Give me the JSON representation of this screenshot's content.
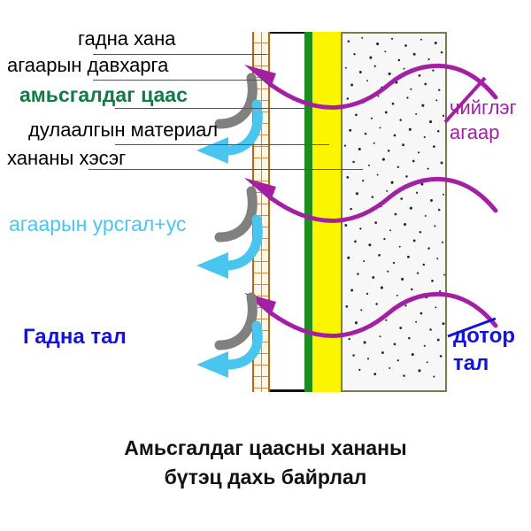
{
  "caption": {
    "line1": "Амьсгалдаг цаасны хананы",
    "line2": "бүтэц дахь байрлал"
  },
  "labels": {
    "outer_wall": "гадна хана",
    "air_layer": "агаарын давхарга",
    "breathable_paper": "амьсгалдаг цаас",
    "insulation_material": "дулаалгын материал",
    "wall_part": "хананы хэсэг",
    "humid_air_line1": "чийглэг",
    "humid_air_line2": "агаар",
    "inner_side_line1": "дотор",
    "inner_side_line2": "тал",
    "outer_side": "Гадна тал",
    "airflow_water": "агаарын урсгал+ус"
  },
  "colors": {
    "breathable_paper_text": "#117a45",
    "breathable_paper_layer": "#1e8c1e",
    "humid_air": "#a31fa3",
    "side_label": "#1414d8",
    "airflow": "#49c6ef",
    "insulation_layer": "#fbf600",
    "brick_outline": "#b5651d",
    "structure_outline": "#7a7a4a",
    "gray_arrow": "#808080",
    "leader_line": "#555555"
  },
  "wall_layers": [
    {
      "name": "outer-brick-wall",
      "label": "гадна хана",
      "fill": "brick-hatch"
    },
    {
      "name": "air-layer",
      "label": "агаарын давхарга",
      "fill": "#ffffff"
    },
    {
      "name": "breathable-paper",
      "label": "амьсгалдаг цаас",
      "fill": "#1e8c1e"
    },
    {
      "name": "insulation",
      "label": "дулаалгын материал",
      "fill": "#fbf600"
    },
    {
      "name": "wall-structure",
      "label": "хананы хэсэг",
      "fill": "speckled"
    }
  ],
  "arrows": {
    "humid_air_wave_count": 3,
    "magenta_arrowhead_count": 3,
    "gray_curve_count": 3,
    "cyan_arrowhead_count": 3
  }
}
